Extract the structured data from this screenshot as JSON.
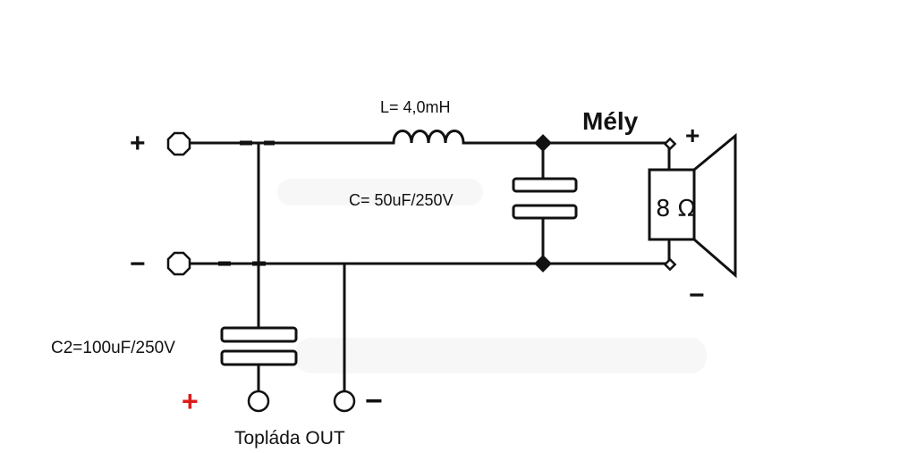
{
  "inductor_label": "L= 4,0mH",
  "output_label": "Mély",
  "capacitor_label": "C= 50uF/250V",
  "capacitor2_label": "C2=100uF/250V",
  "impedance_label": "8 Ω",
  "input_plus": "+",
  "input_minus": "−",
  "speaker_plus": "+",
  "speaker_minus": "−",
  "sub_plus": "+",
  "sub_minus": "−",
  "sub_out_label": "Topláda OUT",
  "colors": {
    "line": "#111111",
    "sub_plus": "#dd1b1b",
    "terminal_fill": "#ffffff",
    "background": "#ffffff"
  }
}
